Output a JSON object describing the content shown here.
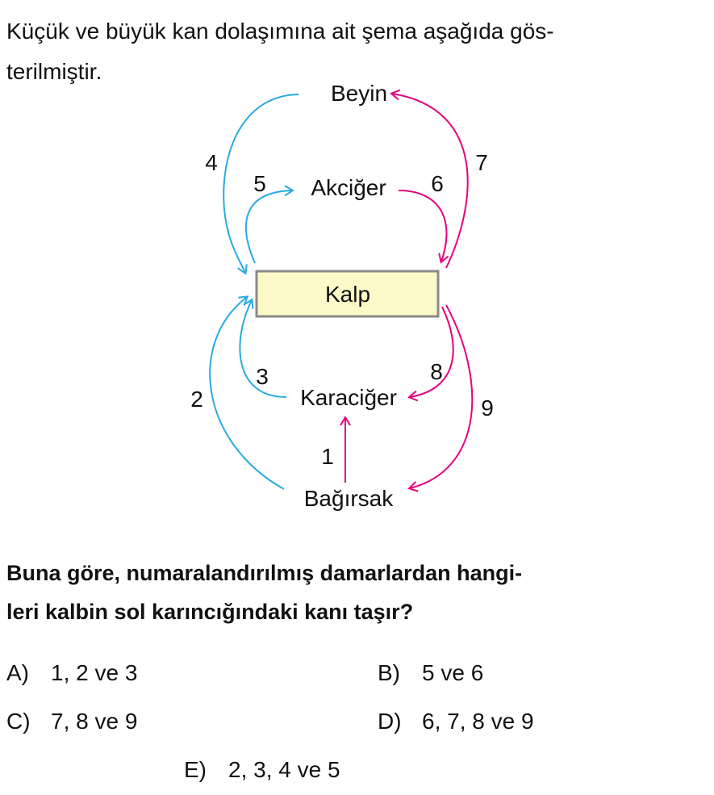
{
  "intro": {
    "line1": "Küçük ve büyük kan dolaşımına ait şema aşağıda gös-",
    "line2": "terilmiştir."
  },
  "diagram": {
    "organs": {
      "brain": "Beyin",
      "lung": "Akciğer",
      "heart": "Kalp",
      "liver": "Karaciğer",
      "intestine": "Bağırsak"
    },
    "vessel_numbers": {
      "v1": "1",
      "v2": "2",
      "v3": "3",
      "v4": "4",
      "v5": "5",
      "v6": "6",
      "v7": "7",
      "v8": "8",
      "v9": "9"
    },
    "colors": {
      "deoxygenated": "#29abe2",
      "oxygenated": "#e6007e",
      "heart_fill": "#fdf9c8"
    }
  },
  "question": {
    "line1": "Buna göre, numaralandırılmış damarlardan hangi-",
    "line2": "leri kalbin sol karıncığındaki kanı taşır?"
  },
  "options": [
    {
      "letter": "A)",
      "text": "1, 2 ve 3"
    },
    {
      "letter": "B)",
      "text": "5 ve 6"
    },
    {
      "letter": "C)",
      "text": "7, 8 ve 9"
    },
    {
      "letter": "D)",
      "text": "6, 7, 8 ve 9"
    },
    {
      "letter": "E)",
      "text": "2, 3, 4 ve 5"
    }
  ]
}
